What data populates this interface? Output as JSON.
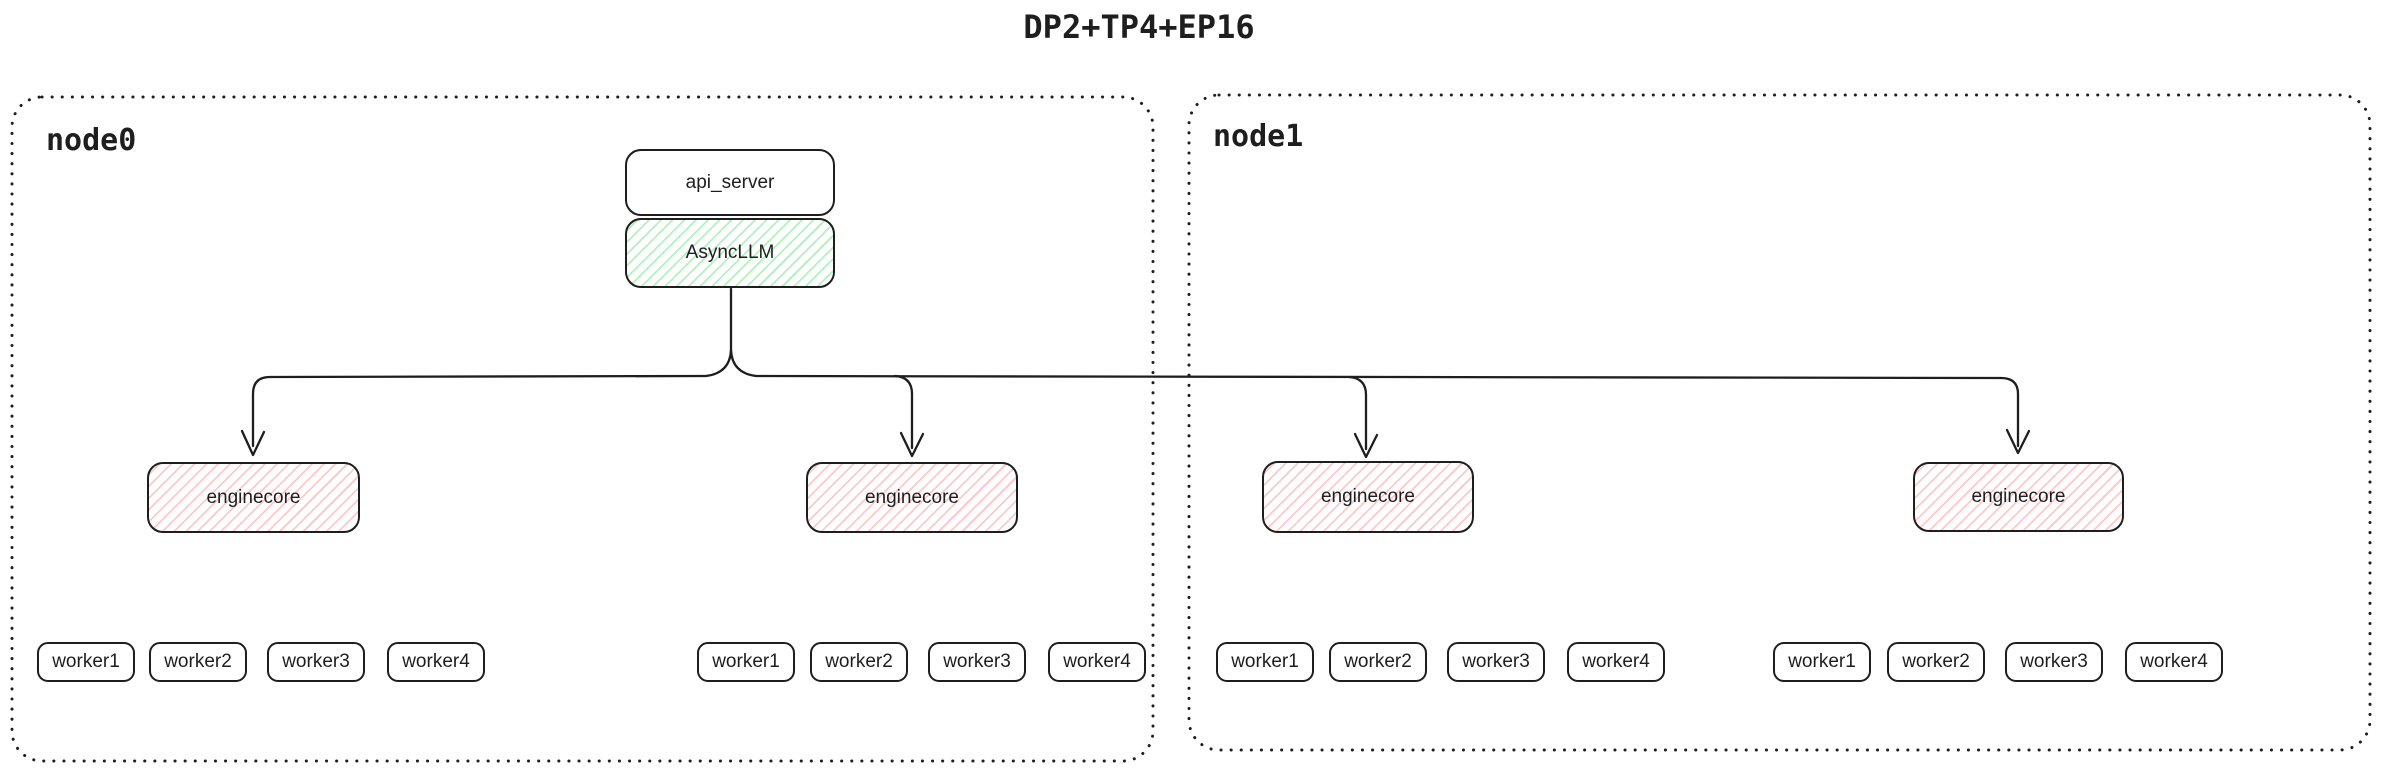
{
  "title": "DP2+TP4+EP16",
  "colors": {
    "ink": "#1e1e1e",
    "green_hatch": "#b2f2bb",
    "red_hatch": "#ffc9c9",
    "background": "#ffffff"
  },
  "nodes": [
    {
      "label": "node0",
      "api_server": "api_server",
      "async_llm": "AsyncLLM",
      "groups": [
        {
          "enginecore": "enginecore",
          "workers": [
            "worker1",
            "worker2",
            "worker3",
            "worker4"
          ]
        },
        {
          "enginecore": "enginecore",
          "workers": [
            "worker1",
            "worker2",
            "worker3",
            "worker4"
          ]
        }
      ]
    },
    {
      "label": "node1",
      "groups": [
        {
          "enginecore": "enginecore",
          "workers": [
            "worker1",
            "worker2",
            "worker3",
            "worker4"
          ]
        },
        {
          "enginecore": "enginecore",
          "workers": [
            "worker1",
            "worker2",
            "worker3",
            "worker4"
          ]
        }
      ]
    }
  ]
}
